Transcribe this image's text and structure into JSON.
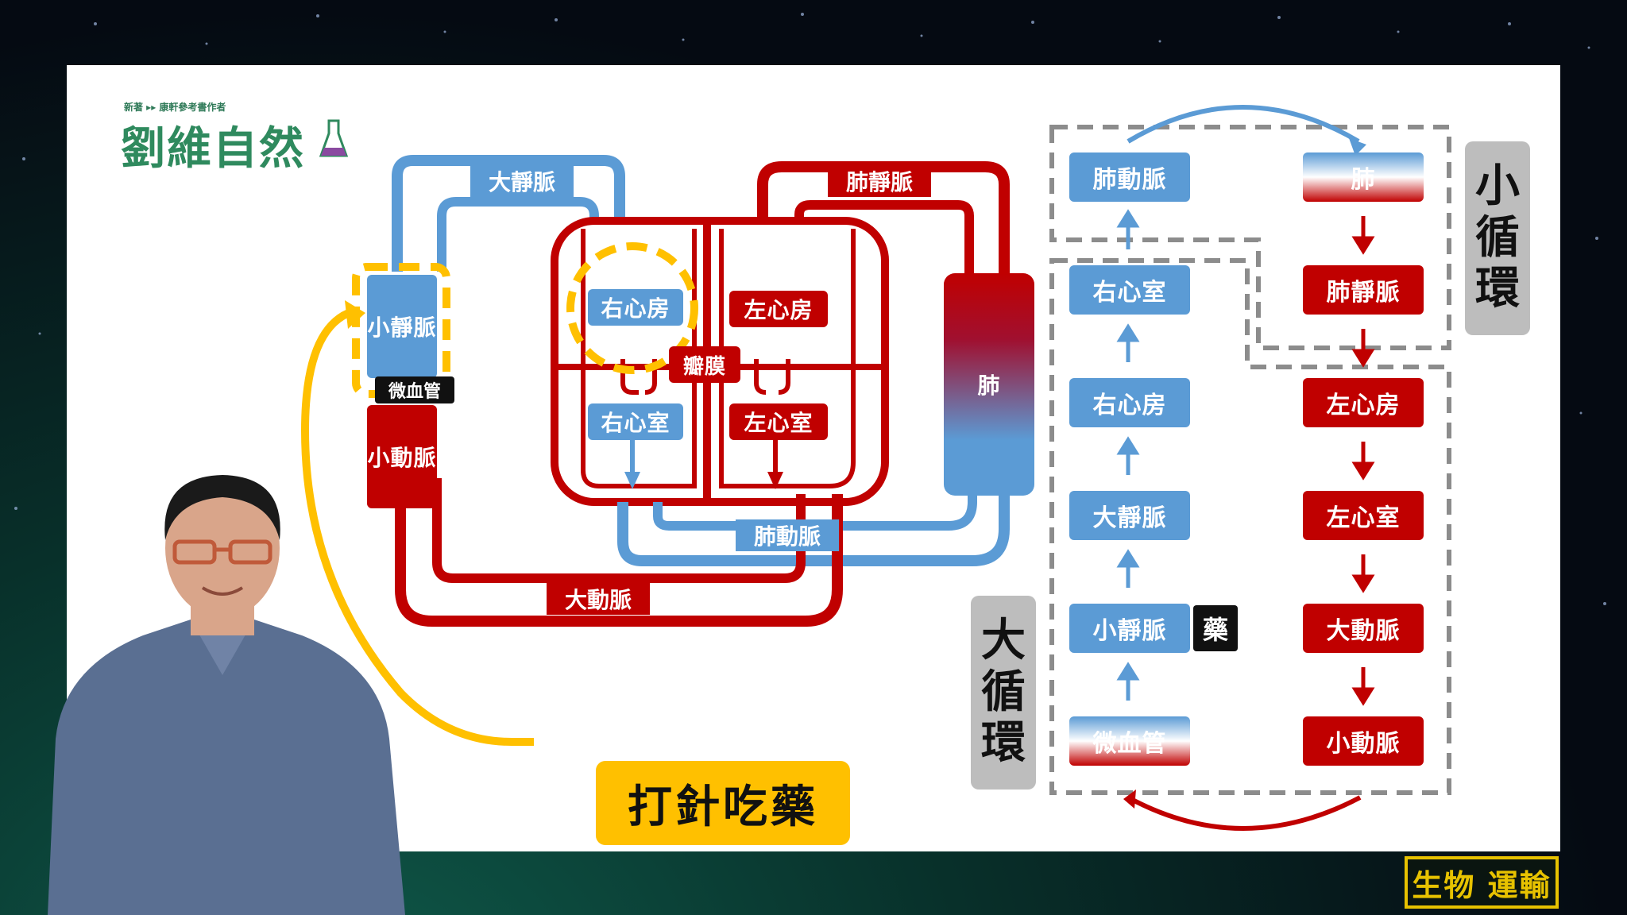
{
  "brand": {
    "subtitle": "新著 ▸▸ 康軒參考書作者",
    "name": "劉維自然"
  },
  "diagram": {
    "pipes": {
      "great_vein": "大靜脈",
      "pulmonary_vein": "肺靜脈",
      "pulmonary_artery": "肺動脈",
      "aorta": "大動脈"
    },
    "small_vein": "小靜脈",
    "capillary": "微血管",
    "small_artery": "小動脈",
    "right_atrium": "右心房",
    "left_atrium": "左心房",
    "right_ventricle": "右心室",
    "left_ventricle": "左心室",
    "valve": "瓣膜",
    "lung": "肺"
  },
  "callout": "打針吃藥",
  "flow": {
    "left_column": [
      "肺動脈",
      "右心室",
      "右心房",
      "大靜脈",
      "小靜脈",
      "微血管"
    ],
    "right_column": [
      "肺",
      "肺靜脈",
      "左心房",
      "左心室",
      "大動脈",
      "小動脈"
    ],
    "drug_badge": "藥",
    "pulmonary_circulation": [
      "小",
      "循",
      "環"
    ],
    "systemic_circulation": [
      "大",
      "循",
      "環"
    ]
  },
  "topic_tag": "生物 運輸",
  "colors": {
    "blue": "#5b9bd5",
    "red": "#c00000",
    "yellow": "#ffc000",
    "gray": "#8c8c8c"
  }
}
